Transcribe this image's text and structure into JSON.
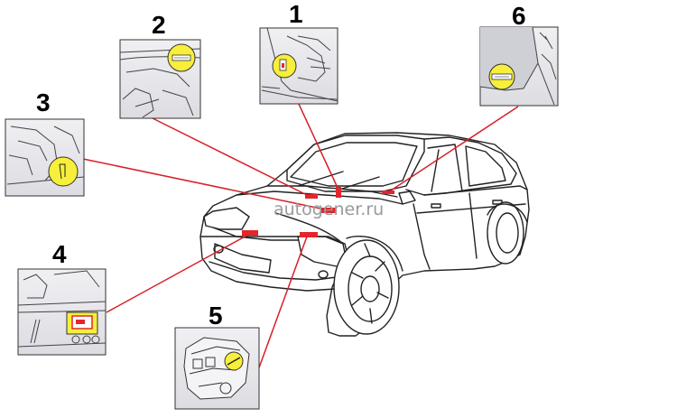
{
  "watermark": "autogener.ru",
  "callouts": [
    {
      "number": "1"
    },
    {
      "number": "2"
    },
    {
      "number": "3"
    },
    {
      "number": "4"
    },
    {
      "number": "5"
    },
    {
      "number": "6"
    }
  ],
  "colors": {
    "leader_line": "#d91f26",
    "marker": "#e3262b",
    "highlight": "#f7ef3a",
    "inset_fill": "#e6e6ea",
    "outline": "#222222"
  }
}
